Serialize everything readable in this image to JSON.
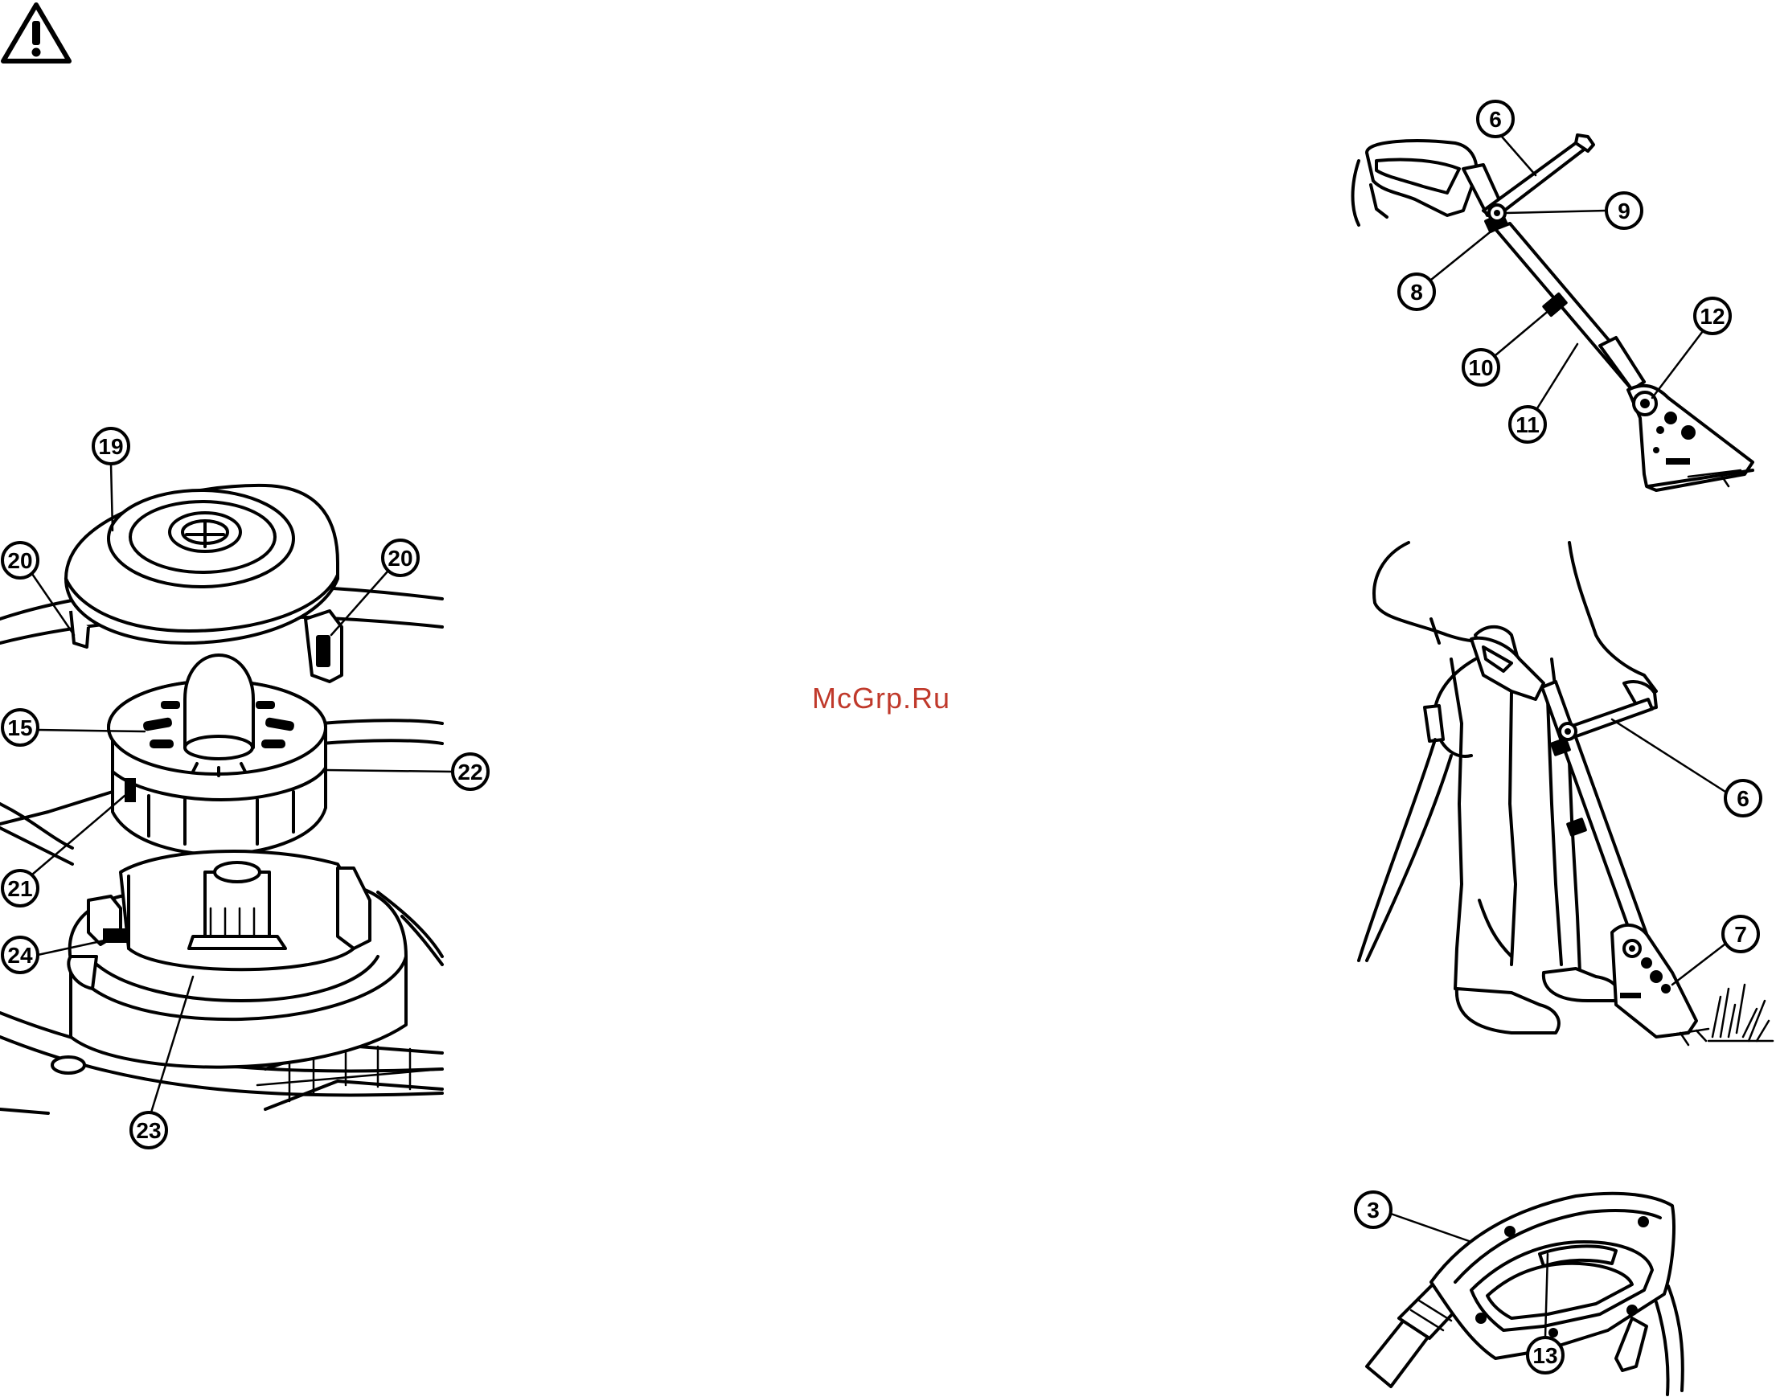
{
  "warning_icon": "warning-triangle-icon",
  "watermark": {
    "text": "McGrp.Ru",
    "color": "#c0392b"
  },
  "callouts": {
    "c19": "19",
    "c20a": "20",
    "c20b": "20",
    "c15": "15",
    "c22": "22",
    "c21": "21",
    "c24": "24",
    "c23": "23",
    "c6a": "6",
    "c9": "9",
    "c8": "8",
    "c10": "10",
    "c12": "12",
    "c11": "11",
    "c6b": "6",
    "c7": "7",
    "c3": "3",
    "c13": "13"
  }
}
